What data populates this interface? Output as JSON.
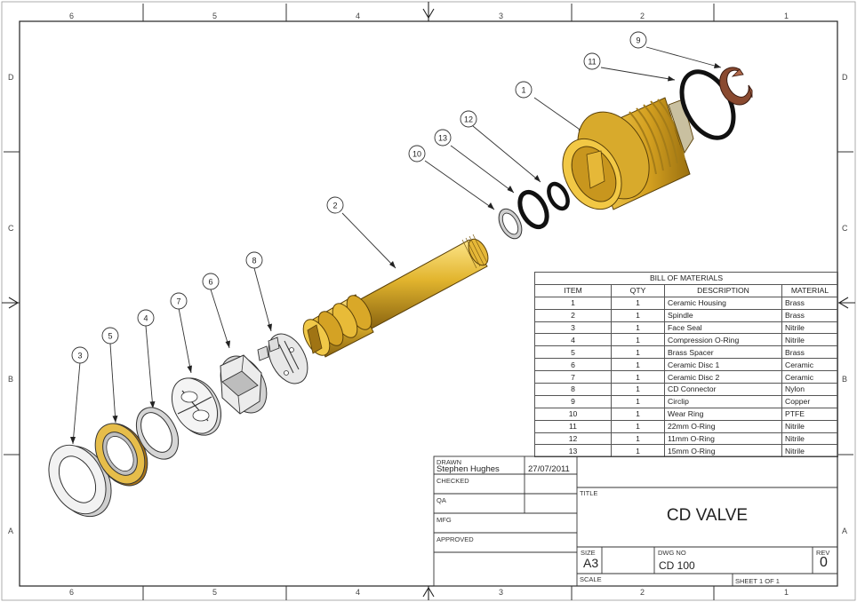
{
  "zones": {
    "columns": [
      "6",
      "5",
      "4",
      "3",
      "2",
      "1"
    ],
    "rows": [
      "D",
      "C",
      "B",
      "A"
    ]
  },
  "parts": [
    {
      "item": "1",
      "description": "Ceramic Housing",
      "color": "#c9a020"
    },
    {
      "item": "2",
      "description": "Spindle",
      "color": "#d4a82a"
    },
    {
      "item": "3",
      "description": "Face Seal",
      "color": "#dcdcdc"
    },
    {
      "item": "4",
      "description": "Compression O-Ring",
      "color": "#e0e0e0"
    },
    {
      "item": "5",
      "description": "Brass Spacer",
      "color": "#b8862c"
    },
    {
      "item": "6",
      "description": "Ceramic Disc 1",
      "color": "#e4e4e4"
    },
    {
      "item": "7",
      "description": "Ceramic Disc 2",
      "color": "#e4e4e4"
    },
    {
      "item": "8",
      "description": "CD Connector",
      "color": "#dddddd"
    },
    {
      "item": "9",
      "description": "Circlip",
      "color": "#8a4a30"
    },
    {
      "item": "10",
      "description": "Wear Ring",
      "color": "#d8d8d8"
    },
    {
      "item": "11",
      "description": "22mm O-Ring",
      "color": "#111111"
    },
    {
      "item": "12",
      "description": "11mm O-Ring",
      "color": "#111111"
    },
    {
      "item": "13",
      "description": "15mm  O-Ring",
      "color": "#111111"
    }
  ],
  "bom": {
    "title": "BILL OF MATERIALS",
    "headers": [
      "ITEM",
      "QTY",
      "DESCRIPTION",
      "MATERIAL"
    ],
    "rows": [
      [
        "1",
        "1",
        "Ceramic Housing",
        "Brass"
      ],
      [
        "2",
        "1",
        "Spindle",
        "Brass"
      ],
      [
        "3",
        "1",
        "Face Seal",
        "Nitrile"
      ],
      [
        "4",
        "1",
        "Compression O-Ring",
        "Nitrile"
      ],
      [
        "5",
        "1",
        "Brass Spacer",
        "Brass"
      ],
      [
        "6",
        "1",
        "Ceramic Disc 1",
        "Ceramic"
      ],
      [
        "7",
        "1",
        "Ceramic Disc 2",
        "Ceramic"
      ],
      [
        "8",
        "1",
        "CD Connector",
        "Nylon"
      ],
      [
        "9",
        "1",
        "Circlip",
        "Copper"
      ],
      [
        "10",
        "1",
        "Wear Ring",
        "PTFE"
      ],
      [
        "11",
        "1",
        "22mm O-Ring",
        "Nitrile"
      ],
      [
        "12",
        "1",
        "11mm O-Ring",
        "Nitrile"
      ],
      [
        "13",
        "1",
        "15mm  O-Ring",
        "Nitrile"
      ]
    ]
  },
  "title_block": {
    "drawn_label": "DRAWN",
    "drawn_by": "Stephen Hughes",
    "drawn_date": "27/07/2011",
    "checked_label": "CHECKED",
    "qa_label": "QA",
    "mfg_label": "MFG",
    "approved_label": "APPROVED",
    "title_label": "TITLE",
    "title": "CD VALVE",
    "size_label": "SIZE",
    "size": "A3",
    "dwg_no_label": "DWG NO",
    "dwg_no": "CD 100",
    "rev_label": "REV",
    "rev": "0",
    "scale_label": "SCALE",
    "sheet_text": "SHEET",
    "sheet_num": "1",
    "of_text": "OF",
    "sheet_total": "1"
  },
  "colors": {
    "brass_light": "#f0c84a",
    "brass_mid": "#d4a82a",
    "brass_dark": "#8a6410",
    "ceramic": "#e6e6e6",
    "rubber": "#111111",
    "copper": "#8a4a30",
    "line": "#333333"
  }
}
